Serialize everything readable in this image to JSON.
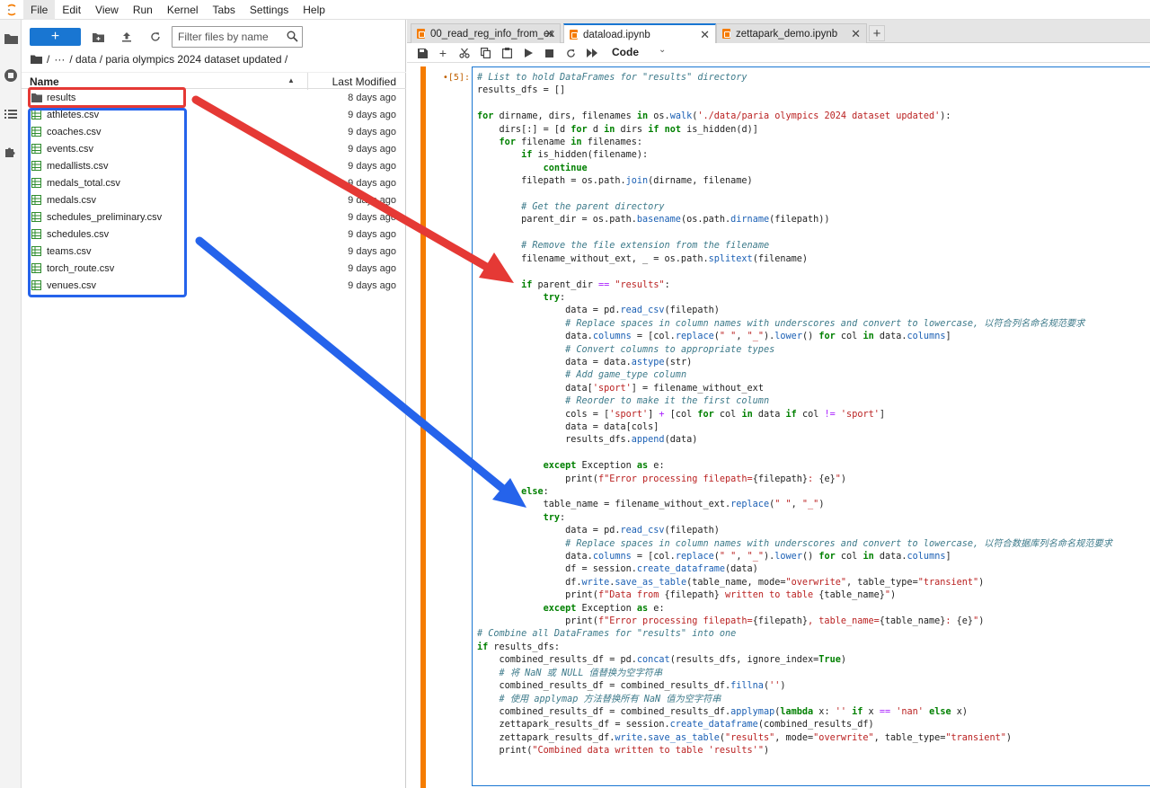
{
  "menubar": {
    "items": [
      "File",
      "Edit",
      "View",
      "Run",
      "Kernel",
      "Tabs",
      "Settings",
      "Help"
    ]
  },
  "filebrowser": {
    "new_label": "+",
    "filter_placeholder": "Filter files by name",
    "breadcrumb": [
      "/",
      "···",
      "/ data / paria olympics 2024 dataset updated /"
    ],
    "col_name": "Name",
    "col_modified": "Last Modified",
    "files": [
      {
        "name": "results",
        "type": "folder",
        "modified": "8 days ago"
      },
      {
        "name": "athletes.csv",
        "type": "csv",
        "modified": "9 days ago"
      },
      {
        "name": "coaches.csv",
        "type": "csv",
        "modified": "9 days ago"
      },
      {
        "name": "events.csv",
        "type": "csv",
        "modified": "9 days ago"
      },
      {
        "name": "medallists.csv",
        "type": "csv",
        "modified": "9 days ago"
      },
      {
        "name": "medals_total.csv",
        "type": "csv",
        "modified": "9 days ago"
      },
      {
        "name": "medals.csv",
        "type": "csv",
        "modified": "9 days ago"
      },
      {
        "name": "schedules_preliminary.csv",
        "type": "csv",
        "modified": "9 days ago"
      },
      {
        "name": "schedules.csv",
        "type": "csv",
        "modified": "9 days ago"
      },
      {
        "name": "teams.csv",
        "type": "csv",
        "modified": "9 days ago"
      },
      {
        "name": "torch_route.csv",
        "type": "csv",
        "modified": "9 days ago"
      },
      {
        "name": "venues.csv",
        "type": "csv",
        "modified": "9 days ago"
      }
    ]
  },
  "tabs": [
    {
      "label": "00_read_reg_info_from_ex",
      "active": false
    },
    {
      "label": "dataload.ipynb",
      "active": true
    },
    {
      "label": "zettapark_demo.ipynb",
      "active": false
    }
  ],
  "toolbar": {
    "cell_type": "Code"
  },
  "cell": {
    "prompt": "•[5]:"
  },
  "colors": {
    "accent": "#1976d2",
    "cell_bar": "#f57c00",
    "highlight_red": "#e53935",
    "highlight_blue": "#2563eb"
  }
}
